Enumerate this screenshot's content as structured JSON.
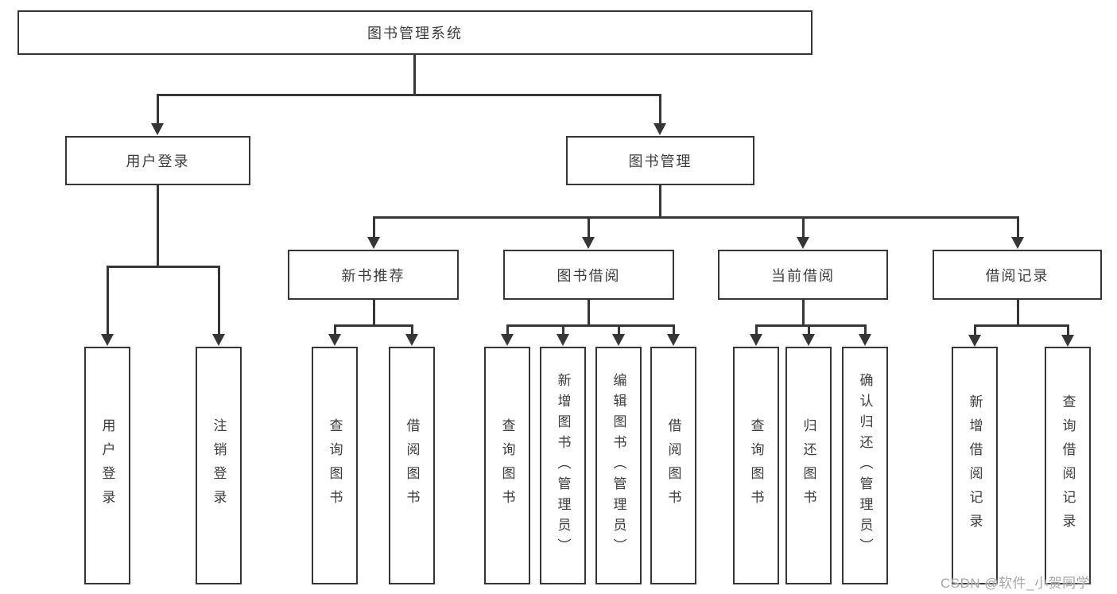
{
  "colors": {
    "line": "#363636",
    "text": "#3d3d3d",
    "box_background": "#ffffff",
    "page_background": "#ffffff",
    "watermark": "#a7a7a7"
  },
  "watermark": {
    "text": "CSDN @软件_小贺同学"
  },
  "tree": {
    "label": "图书管理系统",
    "children": [
      {
        "label": "用户登录",
        "children": [
          {
            "label": "用户登录"
          },
          {
            "label": "注销登录"
          }
        ]
      },
      {
        "label": "图书管理",
        "children": [
          {
            "label": "新书推荐",
            "children": [
              {
                "label": "查询图书"
              },
              {
                "label": "借阅图书"
              }
            ]
          },
          {
            "label": "图书借阅",
            "children": [
              {
                "label": "查询图书"
              },
              {
                "label": "新增图书（管理员）"
              },
              {
                "label": "编辑图书（管理员）"
              },
              {
                "label": "借阅图书"
              }
            ]
          },
          {
            "label": "当前借阅",
            "children": [
              {
                "label": "查询图书"
              },
              {
                "label": "归还图书"
              },
              {
                "label": "确认归还（管理员）"
              }
            ]
          },
          {
            "label": "借阅记录",
            "children": [
              {
                "label": "新增借阅记录"
              },
              {
                "label": "查询借阅记录"
              }
            ]
          }
        ]
      }
    ]
  }
}
